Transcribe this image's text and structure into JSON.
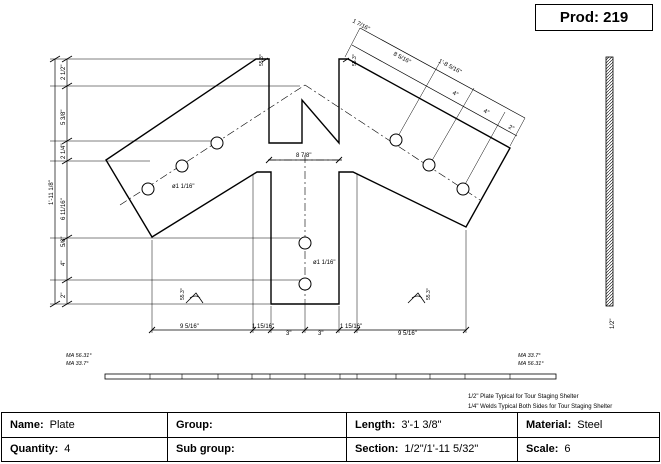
{
  "header": {
    "prod_label": "Prod:",
    "prod_value": "219"
  },
  "dimensions": {
    "d_17_16": "1 7/16\"",
    "d_1_8_5_16": "1'-8 5/16\"",
    "d_8_5_16": "8 5/16\"",
    "d_4a": "4\"",
    "d_4b": "4\"",
    "d_2": "2\"",
    "d_2_1_2": "2 1/2\"",
    "d_5_3_8": "5 3/8\"",
    "d_2_1_4": "2 1/4\"",
    "d_6_11_16": "6 11/16\"",
    "d_5_8": "5/8\"",
    "d_4_left": "4\"",
    "d_2_left": "2\"",
    "d_1_11_1_8": "1'-11 1/8\"",
    "d_8_7_8": "8 7/8\"",
    "d_9_5_16_l": "9 5/16\"",
    "d_1_15_16_l": "1 15/16\"",
    "d_3_l": "3\"",
    "d_3_r": "3\"",
    "d_1_15_16_r": "1 15/16\"",
    "d_9_5_16_r": "9 5/16\"",
    "d_half": "1/2\"",
    "angle_ul": "55.3°",
    "angle_ur": "55.3°",
    "angle_ll": "55.3°",
    "angle_lr": "55.3°"
  },
  "holes": {
    "upper": "ø1 1/16\"",
    "lower": "ø1 1/16\""
  },
  "ma_left": {
    "line1": "MA 56.31°",
    "line2": "MA 33.7°"
  },
  "ma_right": {
    "line1": "MA 33.7°",
    "line2": "MA 56.31°"
  },
  "notes": {
    "line1": "1/2\" Plate Typical for Tour Staging Shelter",
    "line2": "1/4\" Welds Typical Both Sides for Tour Staging Shelter"
  },
  "title_block": {
    "name_label": "Name:",
    "name_value": "Plate",
    "group_label": "Group:",
    "group_value": "",
    "length_label": "Length:",
    "length_value": "3'-1 3/8\"",
    "material_label": "Material:",
    "material_value": "Steel",
    "quantity_label": "Quantity:",
    "quantity_value": "4",
    "subgroup_label": "Sub group:",
    "subgroup_value": "",
    "section_label": "Section:",
    "section_value": "1/2\"/1'-11 5/32\"",
    "scale_label": "Scale:",
    "scale_value": "6"
  }
}
